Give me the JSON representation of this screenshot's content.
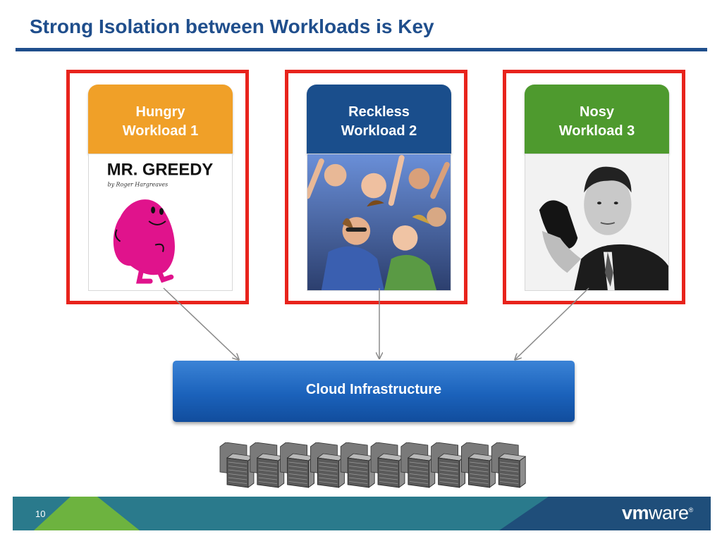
{
  "slide": {
    "title": "Strong Isolation between Workloads is Key",
    "page_number": "10"
  },
  "workloads": [
    {
      "line1": "Hungry",
      "line2": "Workload 1",
      "color": "#f0a028",
      "image": "mr-greedy-book-cover",
      "image_text": "MR. GREEDY",
      "image_subtext": "by Roger Hargreaves"
    },
    {
      "line1": "Reckless",
      "line2": "Workload 2",
      "color": "#1a4e8c",
      "image": "party-crowd-photo"
    },
    {
      "line1": "Nosy",
      "line2": "Workload 3",
      "color": "#4e9a2e",
      "image": "man-with-shoe-phone-photo"
    }
  ],
  "cloud": {
    "label": "Cloud Infrastructure",
    "color": "#1b62bb"
  },
  "servers": {
    "count": 10
  },
  "footer": {
    "logo_vm": "vm",
    "logo_ware": "ware",
    "logo_mark": "®",
    "band_colors": [
      "#6db33f",
      "#2a7a8c",
      "#1f4e7a"
    ]
  },
  "colors": {
    "title": "#1f4e8c",
    "frame": "#e8231c"
  }
}
